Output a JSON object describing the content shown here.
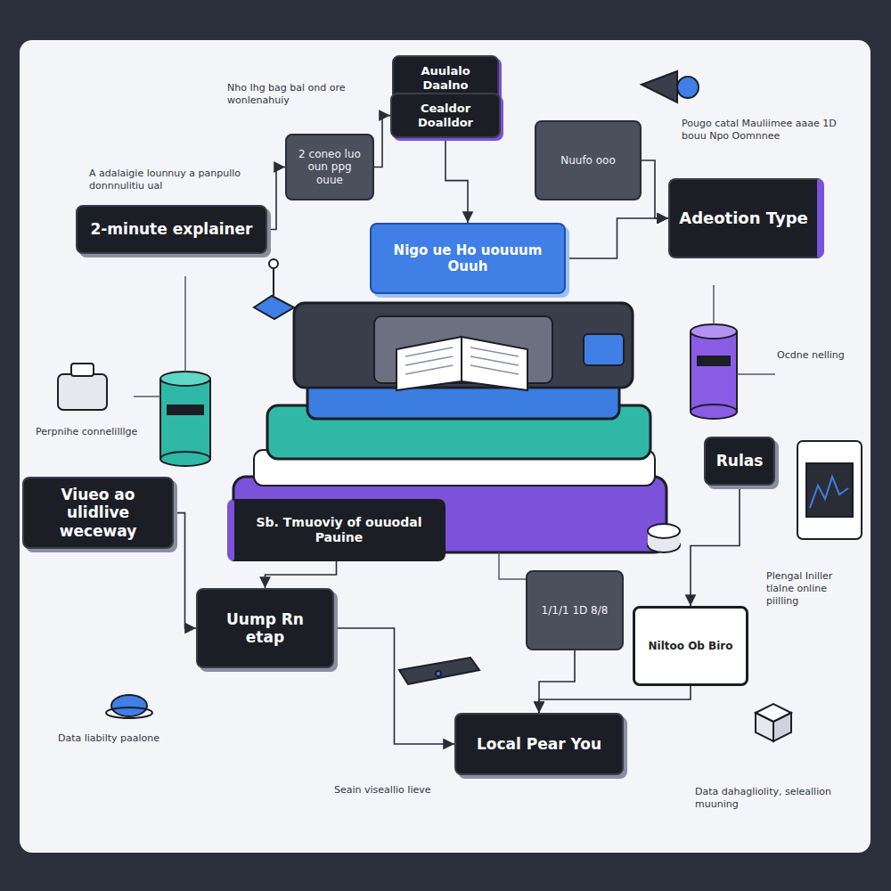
{
  "diagram": {
    "nodes": [
      {
        "text": [
          "Auulalo Daalno"
        ]
      },
      {
        "text": [
          "Cealdor Doalldor"
        ]
      },
      {
        "text": [
          "2 coneo luo oun ppg ouue"
        ]
      },
      {
        "text": [
          "2-minute explainer"
        ]
      },
      {
        "text": [
          "Nuufo ooo"
        ]
      },
      {
        "text": [
          "Adeotion Type"
        ]
      },
      {
        "text": [
          "Nigo ue Ho uouuum Ouuh"
        ]
      },
      {
        "text": [
          "Sb. Tmuoviy of ouuodal Pauine"
        ]
      },
      {
        "text": [
          "Viueo ao ulidlive weceway"
        ]
      },
      {
        "text": [
          "Uump Rn etap"
        ]
      },
      {
        "text": [
          "1/1/1 1D 8/8"
        ]
      },
      {
        "text": [
          "Rulas"
        ]
      },
      {
        "text": [
          "Niltoo Ob Biro"
        ]
      },
      {
        "text": [
          "Local Pear You"
        ]
      }
    ],
    "edges": [
      {
        "from": 3,
        "to": 2,
        "arrow": "to"
      },
      {
        "from": 2,
        "to": 1,
        "arrow": "to"
      },
      {
        "from": 1,
        "to": 6,
        "arrow": "to"
      },
      {
        "from": 4,
        "to": 5,
        "arrow": "to"
      },
      {
        "from": 6,
        "to": 5,
        "arrow": "to"
      },
      {
        "from": 8,
        "to": 9,
        "arrow": "to"
      },
      {
        "from": 7,
        "to": 9,
        "arrow": "to"
      },
      {
        "from": 9,
        "to": 13,
        "arrow": "to"
      },
      {
        "from": 12,
        "to": 13,
        "arrow": "to"
      },
      {
        "from": 11,
        "to": 12,
        "arrow": "to"
      },
      {
        "from": 10,
        "to": 13,
        "arrow": "to"
      }
    ],
    "labels": [
      "A adalaigie lounnuy a panpullo donnnulitiu ual",
      "Nho Ihg bag bal ond ore wonlenahuiy",
      "Pougo catal Mauliimee aaae 1D bouu Npo Oomnnee",
      "Perpnihe connelilllge",
      "Ocdne nelling",
      "Data liabilty paalone",
      "Seain viseallio Iieve",
      "Plengal Iniller tlalne online piilling",
      "Data dahagliolity, seleallion muuning"
    ]
  }
}
